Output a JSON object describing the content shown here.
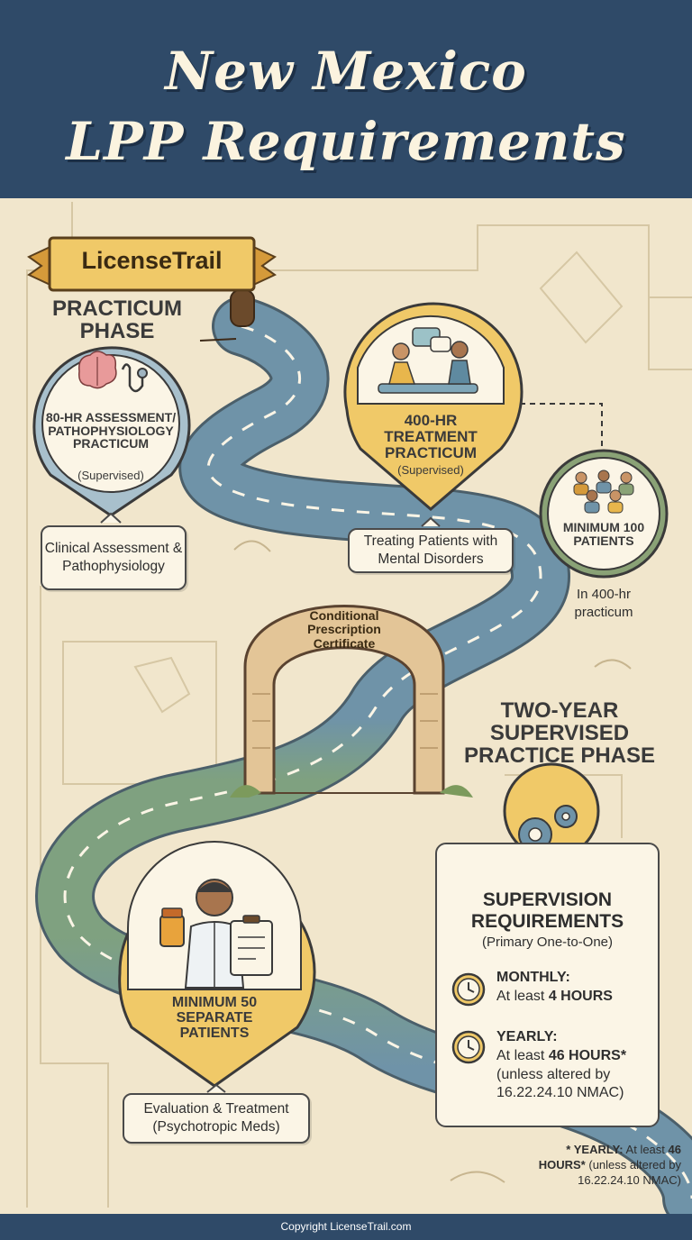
{
  "header": {
    "title_line1": "New Mexico",
    "title_line2": "LPP Requirements"
  },
  "banner": {
    "text": "LicenseTrail"
  },
  "practicum_phase": {
    "label": "PRACTICUM PHASE"
  },
  "assessment": {
    "title": "80-HR ASSESSMENT/ PATHOPHYSIOLOGY PRACTICUM",
    "subtitle": "(Supervised)",
    "label": "Clinical Assessment & Pathophysiology"
  },
  "treatment": {
    "title": "400-HR TREATMENT PRACTICUM",
    "subtitle": "(Supervised)",
    "label": "Treating Patients with Mental Disorders"
  },
  "patients100": {
    "title": "MINIMUM 100 PATIENTS",
    "note": "In 400-hr practicum"
  },
  "arch": {
    "text": "Conditional Prescription Certificate"
  },
  "supervised_phase": {
    "label": "TWO-YEAR SUPERVISED PRACTICE PHASE"
  },
  "patients50": {
    "title": "MINIMUM 50 SEPARATE PATIENTS",
    "label": "Evaluation & Treatment (Psychotropic Meds)"
  },
  "supervision": {
    "title": "SUPERVISION REQUIREMENTS",
    "subtitle": "(Primary One-to-One)",
    "monthly_label": "MONTHLY:",
    "monthly_prefix": "At least",
    "monthly_value": "4 HOURS",
    "yearly_label": "YEARLY:",
    "yearly_prefix": "At least",
    "yearly_value": "46 HOURS*",
    "yearly_note": "(unless altered by 16.22.24.10 NMAC)"
  },
  "footnote": {
    "label": "* YEARLY:",
    "text": "At least",
    "value": "46 HOURS*",
    "note": "(unless altered by 16.22.24.10 NMAC)"
  },
  "footer": {
    "copyright": "Copyright LicenseTrail.com"
  },
  "colors": {
    "header": "#2f4a68",
    "parchment": "#f1e6cc",
    "road_blue": "#6f93a8",
    "road_green": "#7fa180",
    "gold": "#f0c968",
    "card": "#fbf5e6"
  }
}
